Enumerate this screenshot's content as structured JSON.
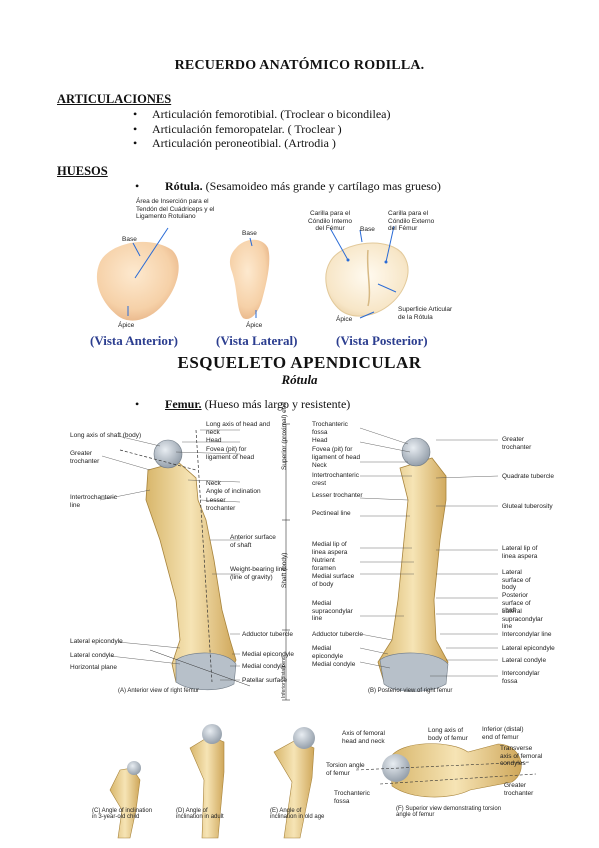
{
  "title": "RECUERDO ANATÓMICO RODILLA.",
  "articulaciones": {
    "heading": "ARTICULACIONES",
    "items": [
      "Articulación femorotibial. (Troclear o bicondilea)",
      "Articulación femoropatelar. ( Troclear )",
      "Articulación peroneotibial. (Artrodia )"
    ]
  },
  "huesos": {
    "heading": "HUESOS",
    "rotula": {
      "name": "Rótula.",
      "desc": " (Sesamoideo más grande y cartílago mas grueso)"
    },
    "femur": {
      "name": "Femur.",
      "desc": " (Hueso más largo y resistente)"
    }
  },
  "patella_figure": {
    "labels": {
      "insercion": "Área de Inserción para el Tendón del Cuádriceps y el Ligamento Rotuliano",
      "base_ant": "Base",
      "apex_ant": "Ápice",
      "base_lat": "Base",
      "apex_lat": "Ápice",
      "carilla_int": "Carilla para el Cóndilo Interno del Fémur",
      "base_post": "Base",
      "carilla_ext": "Carilla para el Cóndilo Externo del Fémur",
      "superficie": "Superficie Articular de la Rótula",
      "apex_post": "Ápice"
    },
    "views": [
      "(Vista Anterior)",
      "(Vista Lateral)",
      "(Vista Posterior)"
    ],
    "heading": "ESQUELETO APENDICULAR",
    "subheading": "Rótula"
  },
  "femur_figure": {
    "anterior_left": [
      "Long axis of shaft (body)",
      "Greater trochanter",
      "Intertrochanteric line",
      "Lateral epicondyle",
      "Lateral condyle",
      "Horizontal plane"
    ],
    "anterior_right": [
      "Long axis of head and neck",
      "Head",
      "Fovea (pit) for ligament of head",
      "Neck",
      "Angle of inclination",
      "Lesser trochanter",
      "Anterior surface of shaft",
      "Weight-bearing line (line of gravity)",
      "Adductor tubercle",
      "Medial epicondyle",
      "Medial condyle",
      "Patellar surface"
    ],
    "anterior_caption": "(A) Anterior view of right femur",
    "posterior_left": [
      "Trochanteric fossa",
      "Head",
      "Fovea (pit) for ligament of head",
      "Neck",
      "Intertrochanteric crest",
      "Lesser trochanter",
      "Pectineal line",
      "Medial lip of linea aspera",
      "Nutrient foramen",
      "Medial surface of body",
      "Medial supracondylar line",
      "Adductor tubercle",
      "Medial epicondyle",
      "Medial condyle"
    ],
    "posterior_right": [
      "Greater trochanter",
      "Quadrate tubercle",
      "Gluteal tuberosity",
      "Lateral lip of linea aspera",
      "Lateral surface of body",
      "Posterior surface of shaft",
      "Lateral supracondylar line",
      "Intercondylar line",
      "Lateral epicondyle",
      "Lateral condyle",
      "Intercondylar fossa"
    ],
    "regions": [
      "Superior (proximal) end",
      "Shaft (body)",
      "Inferior (distal) end"
    ],
    "posterior_caption": "(B) Posterior view of right femur",
    "small_captions": [
      "(C) Angle of inclination in 3-year-old child",
      "(D) Angle of inclination in adult",
      "(E) Angle of inclination in old age",
      "(F) Superior view demonstrating torsion angle of femur"
    ],
    "small_labels": [
      "Axis of femoral head and neck",
      "Torsion angle of femur",
      "Trochanteric fossa",
      "Long axis of body of femur",
      "Inferior (distal) end of femur",
      "Transverse axis of femoral condyles",
      "Greater trochanter"
    ]
  }
}
